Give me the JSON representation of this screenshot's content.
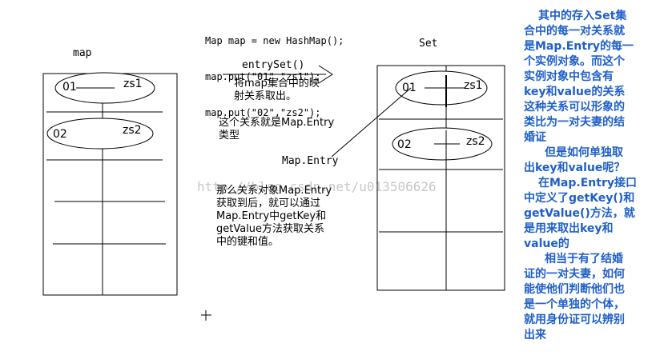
{
  "code": {
    "line1": "Map map = new HashMap();",
    "line2": "map.put(\"01\",\"zs1\");",
    "line3": "map.put(\"02\",\"zs2\");"
  },
  "labels": {
    "map": "map",
    "set": "Set",
    "entry_set": "entrySet()",
    "map_entry": "Map.Entry"
  },
  "map_box": {
    "row1_key": "01",
    "row1_value": "zs1",
    "row2_key": "02",
    "row2_value": "zs2"
  },
  "set_box": {
    "row1_key": "01",
    "row1_value": "zs1",
    "row2_key": "02",
    "row2_value": "zs2"
  },
  "notes": {
    "note1_line1": "将map集合中的映",
    "note1_line2": "射关系取出。",
    "note2_line1": "这个关系就是Map.Entry",
    "note2_line2": "类型",
    "note3_line1": "那么关系对象Map.Entry",
    "note3_line2": "获取到后，就可以通过",
    "note3_line3": "Map.Entry中getKey和",
    "note3_line4": "getValue方法获取关系",
    "note3_line5": "中的键和值。"
  },
  "watermark": "http://blog.csdn.net/u013506626",
  "side_text": {
    "l1": "其中的存入Set集",
    "l2": "合中的每一对关系就",
    "l3": "是Map.Entry的每一",
    "l4": "个实例对象。而这个",
    "l5": "实例对象中包含有",
    "l6": "key和value的关系",
    "l7": "这种关系可以形象的",
    "l8": "类比为一对夫妻的结",
    "l9": "婚证",
    "l10": "但是如何单独取",
    "l11": "出key和value呢？",
    "l12": "在Map.Entry接口",
    "l13": "中定义了getKey()和",
    "l14": "getValue()方法，就",
    "l15": "是用来取出key和",
    "l16": "value的",
    "l17": "相当于有了结婚",
    "l18": "证的一对夫妻，如何",
    "l19": "能使他们判断他们也",
    "l20": "是一个单独的个体，",
    "l21": "就用身份证可以辨别",
    "l22": "出来"
  },
  "colors": {
    "side_text": "#1f5fc9",
    "watermark": "#c8c8c8"
  }
}
